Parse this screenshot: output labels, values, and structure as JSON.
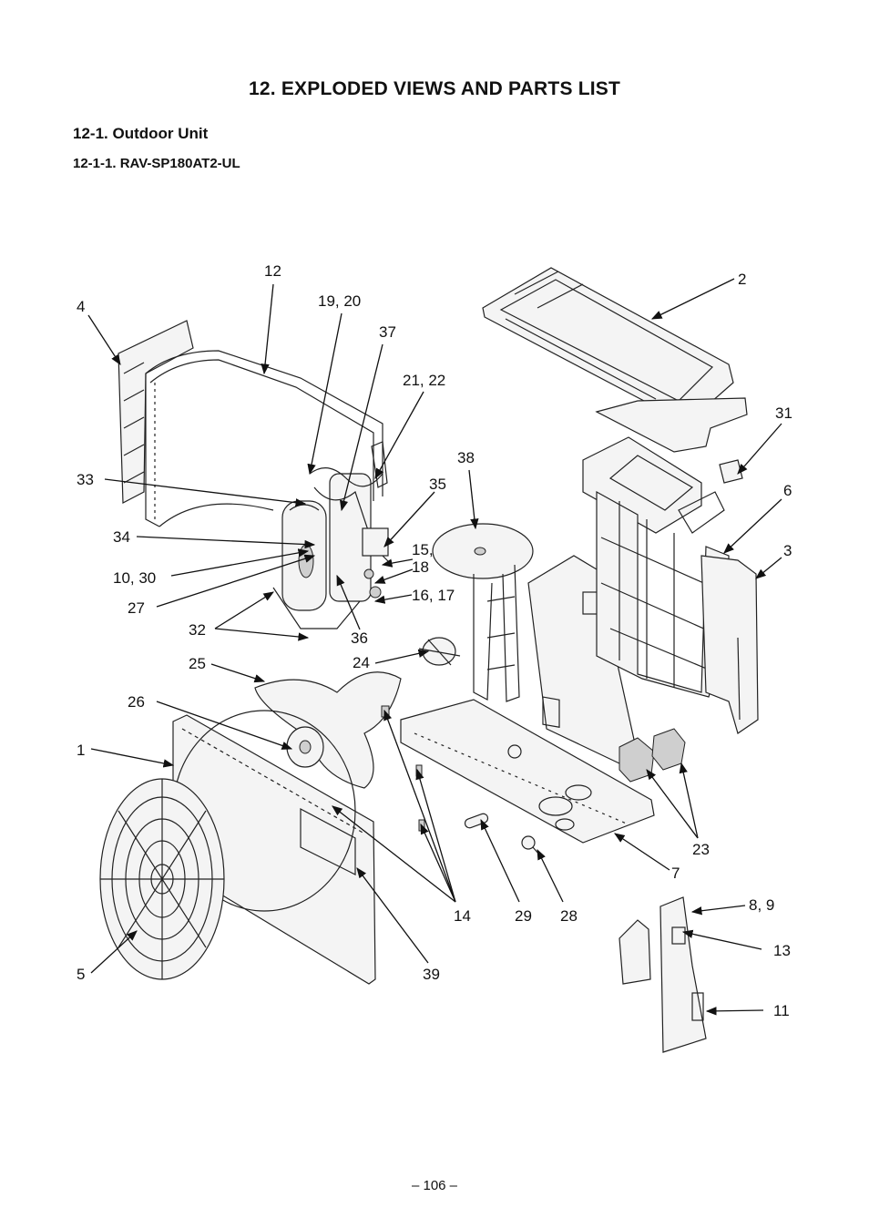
{
  "page": {
    "title": "12.   EXPLODED VIEWS AND PARTS LIST",
    "section": "12-1.  Outdoor Unit",
    "subsection": "12-1-1.  RAV-SP180AT2-UL",
    "footer": "– 106 –"
  },
  "callouts": [
    "12",
    "19, 20",
    "2",
    "4",
    "37",
    "21, 22",
    "31",
    "38",
    "33",
    "35",
    "6",
    "34",
    "15,",
    "18",
    "3",
    "10, 30",
    "16, 17",
    "27",
    "32",
    "36",
    "24",
    "25",
    "26",
    "1",
    "23",
    "7",
    "14",
    "29",
    "28",
    "8, 9",
    "13",
    "11",
    "5",
    "39"
  ]
}
